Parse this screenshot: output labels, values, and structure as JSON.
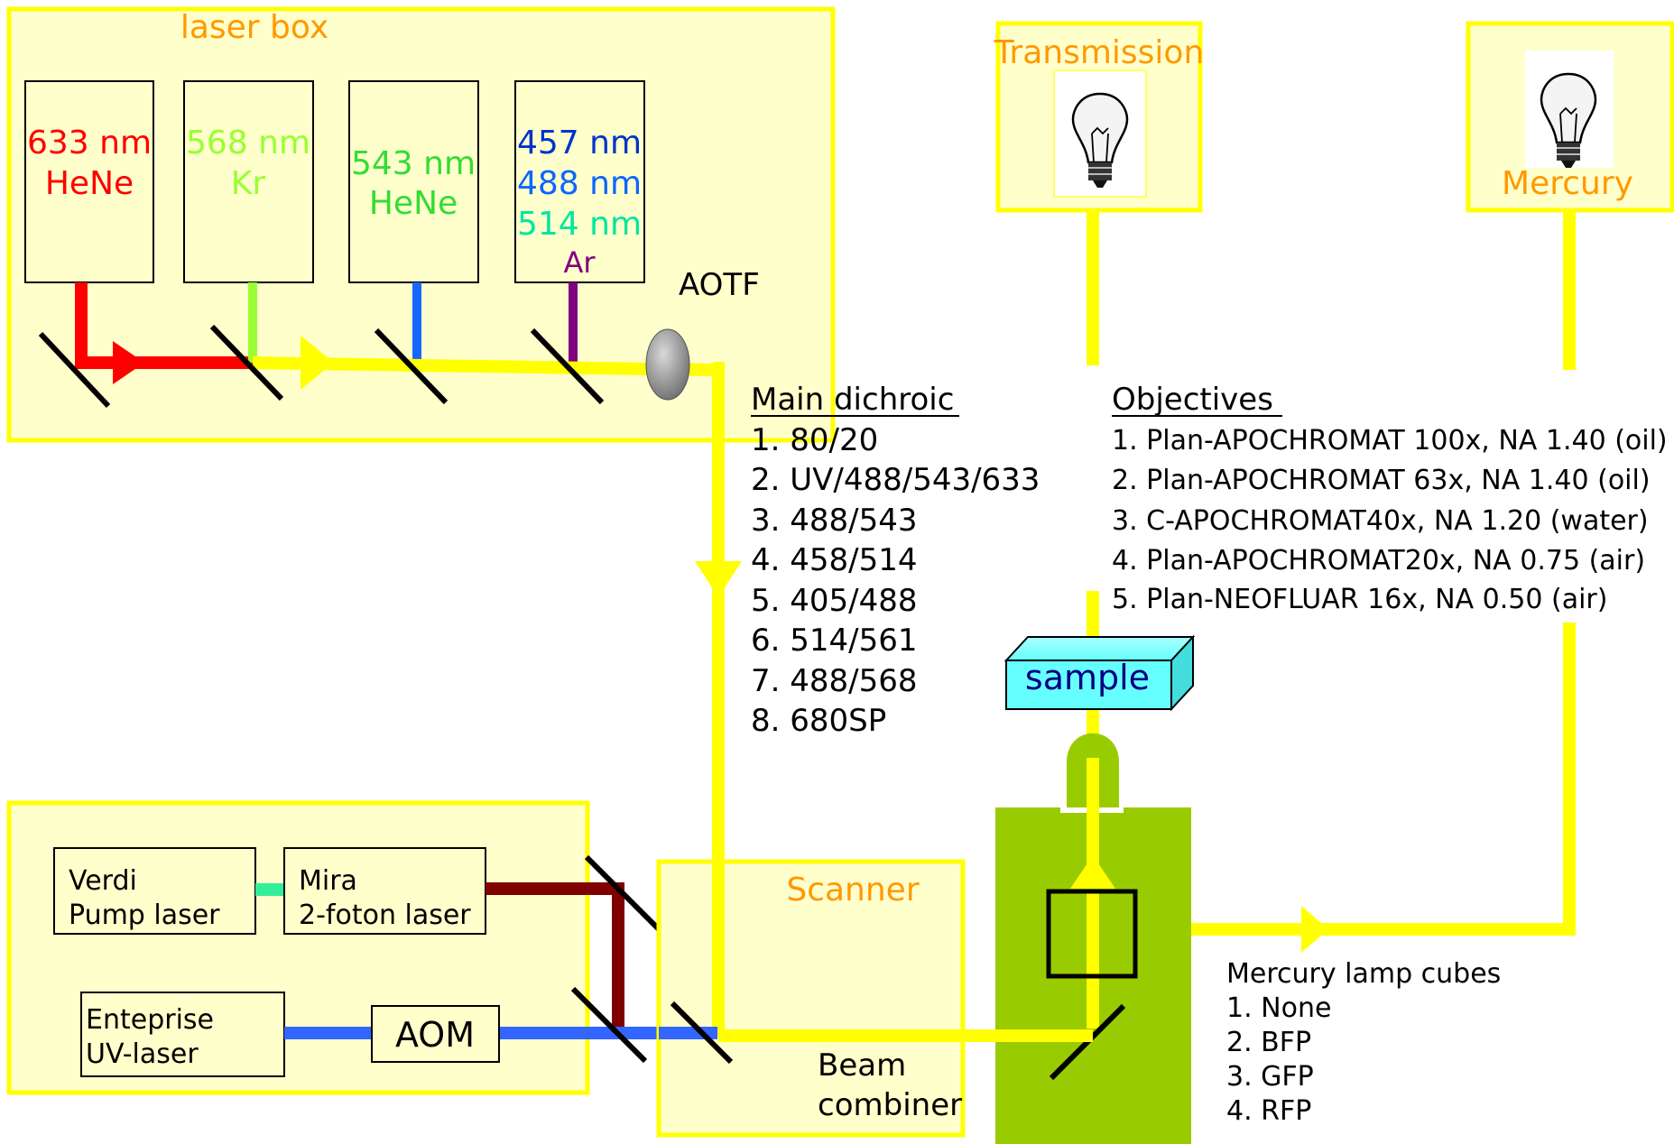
{
  "laser_box": {
    "title": "laser box",
    "lasers": [
      {
        "lines": [
          {
            "text": "633 nm",
            "color": "#ff0000"
          },
          {
            "text": "HeNe",
            "color": "#ff0000"
          }
        ]
      },
      {
        "lines": [
          {
            "text": "568 nm",
            "color": "#99ff33"
          },
          {
            "text": "Kr",
            "color": "#99ff33"
          }
        ]
      },
      {
        "lines": [
          {
            "text": "543 nm",
            "color": "#33dd33"
          },
          {
            "text": "HeNe",
            "color": "#33dd33"
          }
        ]
      },
      {
        "lines": [
          {
            "text": "457 nm",
            "color": "#0033cc"
          },
          {
            "text": "488 nm",
            "color": "#0a66ff"
          },
          {
            "text": "514 nm",
            "color": "#00e6a0"
          },
          {
            "text": "Ar",
            "color": "#800080"
          }
        ]
      }
    ],
    "aotf_label": "AOTF"
  },
  "transmission": {
    "title": "Transmission"
  },
  "mercury": {
    "title": "Mercury"
  },
  "main_dichroic": {
    "title": "Main dichroic",
    "items": [
      "1. 80/20",
      "2. UV/488/543/633",
      "3. 488/543",
      "4. 458/514",
      "5. 405/488",
      "6. 514/561",
      "7. 488/568",
      "8. 680SP"
    ]
  },
  "objectives": {
    "title": "Objectives",
    "items": [
      "1. Plan-APOCHROMAT 100x, NA 1.40 (oil)",
      "2. Plan-APOCHROMAT 63x, NA 1.40  (oil)",
      "3. C-APOCHROMAT40x, NA 1.20 (water)",
      "4. Plan-APOCHROMAT20x, NA 0.75 (air)",
      "5. Plan-NEOFLUAR 16x, NA 0.50 (air)"
    ]
  },
  "sample": {
    "label": "sample"
  },
  "pulsed_box": {
    "verdi": [
      "Verdi",
      "Pump laser"
    ],
    "mira": [
      "Mira",
      "2-foton laser"
    ],
    "enterprise": [
      "Enteprise",
      "UV-laser"
    ],
    "aom": "AOM"
  },
  "scanner": {
    "title": "Scanner",
    "beam_combiner": [
      "Beam",
      "combiner"
    ]
  },
  "mercury_cubes": {
    "title": "Mercury lamp cubes",
    "items": [
      "1. None",
      "2. BFP",
      "3. GFP",
      "4. RFP"
    ]
  },
  "colors": {
    "box_fill": "#ffffcc",
    "box_border": "#ffff00",
    "beam_yellow": "#ffff00",
    "beam_red": "#ff0000",
    "beam_blue": "#3366ff",
    "beam_darkred": "#800000",
    "title_orange": "#ff9900",
    "microscope_green": "#99cc00",
    "sample_cyan": "#66ffff"
  }
}
